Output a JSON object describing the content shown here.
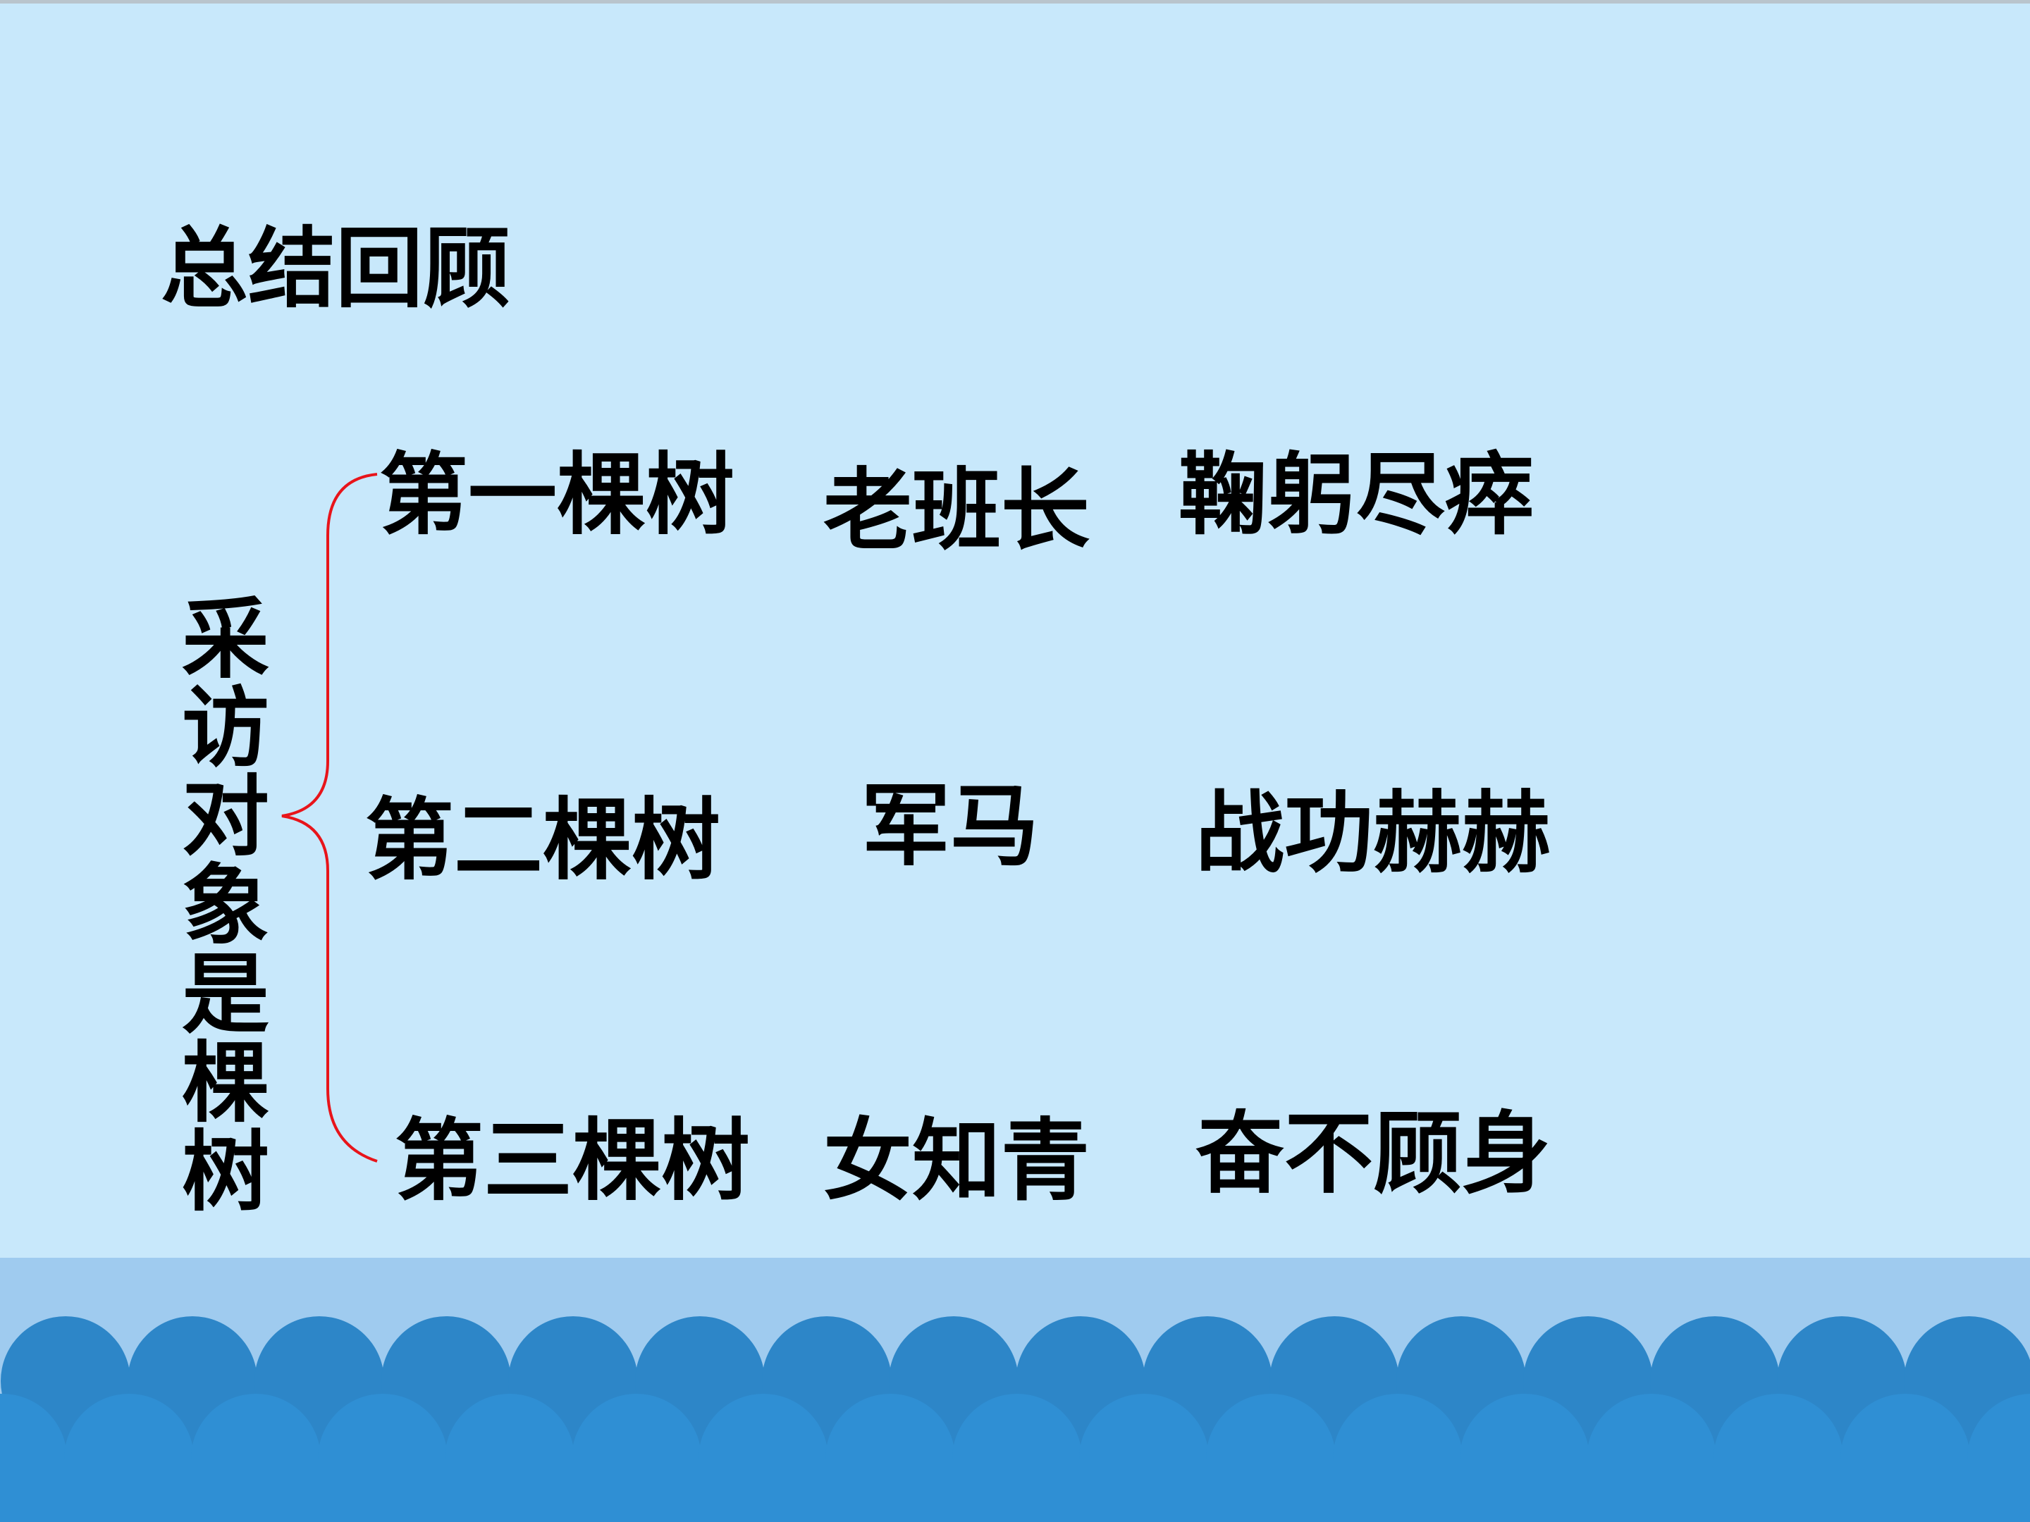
{
  "slide": {
    "title": "总结回顾",
    "vertical_label": "采访对象是棵树",
    "rows": [
      {
        "tree": "第一棵树",
        "who": "老班长",
        "trait": "鞠躬尽瘁"
      },
      {
        "tree": "第二棵树",
        "who": "军马",
        "trait": "战功赫赫"
      },
      {
        "tree": "第三棵树",
        "who": "女知青",
        "trait": "奋不顾身"
      }
    ]
  },
  "colors": {
    "background": "#c8e8fb",
    "brace": "#e8141a",
    "water_band": "#9fcbef",
    "wave_back": "#2d86c8",
    "wave_front": "#2f8fd4"
  }
}
